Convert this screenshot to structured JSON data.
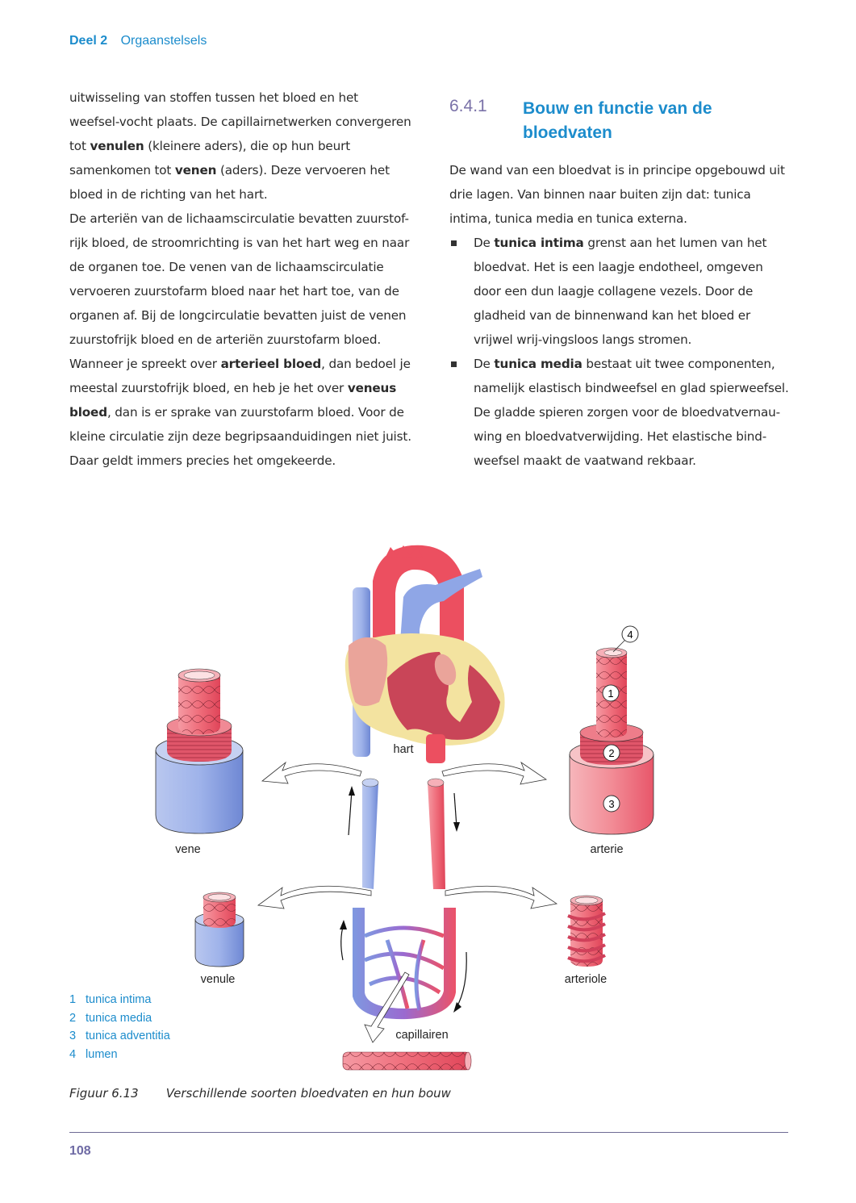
{
  "running_head": {
    "part": "Deel 2",
    "title": "Orgaanstelsels"
  },
  "left_column": {
    "paragraphs": [
      [
        {
          "t": "uitwisseling van stoffen tussen het bloed en het weefsel-vocht plaats. De capillairnetwerken convergeren tot "
        },
        {
          "t": "venulen",
          "b": true
        },
        {
          "t": " (kleinere aders), die op hun beurt samenkomen tot "
        },
        {
          "t": "venen",
          "b": true
        },
        {
          "t": " (aders). Deze vervoeren het bloed in de richting van het hart."
        }
      ],
      [
        {
          "t": "De arteriën van de lichaamscirculatie bevatten zuurstof-rijk bloed, de stroomrichting is van het hart weg en naar de organen toe. De venen van de lichaamscirculatie vervoeren zuurstofarm bloed naar het hart toe, van de organen af. Bij de longcirculatie bevatten juist de venen zuurstofrijk bloed en de arteriën zuurstofarm bloed. Wanneer je spreekt over "
        },
        {
          "t": "arterieel bloed",
          "b": true
        },
        {
          "t": ", dan bedoel je meestal zuurstofrijk bloed, en heb je het over "
        },
        {
          "t": "veneus bloed",
          "b": true
        },
        {
          "t": ", dan is er sprake van zuurstofarm bloed. Voor de kleine circulatie zijn deze begripsaanduidingen niet juist. Daar geldt immers precies het omgekeerde."
        }
      ]
    ]
  },
  "section": {
    "number": "6.4.1",
    "title": "Bouw en functie van de bloedvaten",
    "intro": "De wand van een bloedvat is in principe opgebouwd uit drie lagen. Van binnen naar buiten zijn dat: tunica intima, tunica media en tunica externa.",
    "bullets": [
      [
        {
          "t": "De "
        },
        {
          "t": "tunica intima",
          "b": true
        },
        {
          "t": " grenst aan het lumen van het bloedvat. Het is een laagje endotheel, omgeven door een dun laagje collagene vezels. Door de gladheid van de binnenwand kan het bloed er vrijwel wrij-vingsloos langs stromen."
        }
      ],
      [
        {
          "t": "De "
        },
        {
          "t": "tunica media",
          "b": true
        },
        {
          "t": " bestaat uit twee componenten, namelijk elastisch bindweefsel en glad spierweefsel. De gladde spieren zorgen voor de bloedvatvernau-wing en bloedvatverwijding. Het elastische bind-weefsel maakt de vaatwand rekbaar."
        }
      ]
    ]
  },
  "figure": {
    "labels": {
      "heart": "hart",
      "vein": "vene",
      "artery": "arterie",
      "venule": "venule",
      "arteriole": "arteriole",
      "capillaries": "capillairen"
    },
    "markers": [
      "1",
      "2",
      "3",
      "4"
    ],
    "legend": [
      {
        "n": "1",
        "label": "tunica intima"
      },
      {
        "n": "2",
        "label": "tunica media"
      },
      {
        "n": "3",
        "label": "tunica adventitia"
      },
      {
        "n": "4",
        "label": "lumen"
      }
    ],
    "caption_number": "Figuur 6.13",
    "caption_text": "Verschillende soorten bloedvaten en hun bouw",
    "colors": {
      "artery_red": "#e8505e",
      "vein_blue": "#8ea4e0",
      "fat_yellow": "#f6e7a6",
      "heart_muscle": "#c8435a",
      "capillary_purple": "#9a6ad0"
    }
  },
  "footer": {
    "page_number": "108"
  },
  "colors": {
    "accent_blue": "#1c8ccc",
    "section_purple": "#7a72a8",
    "rule": "#6e6a94"
  }
}
